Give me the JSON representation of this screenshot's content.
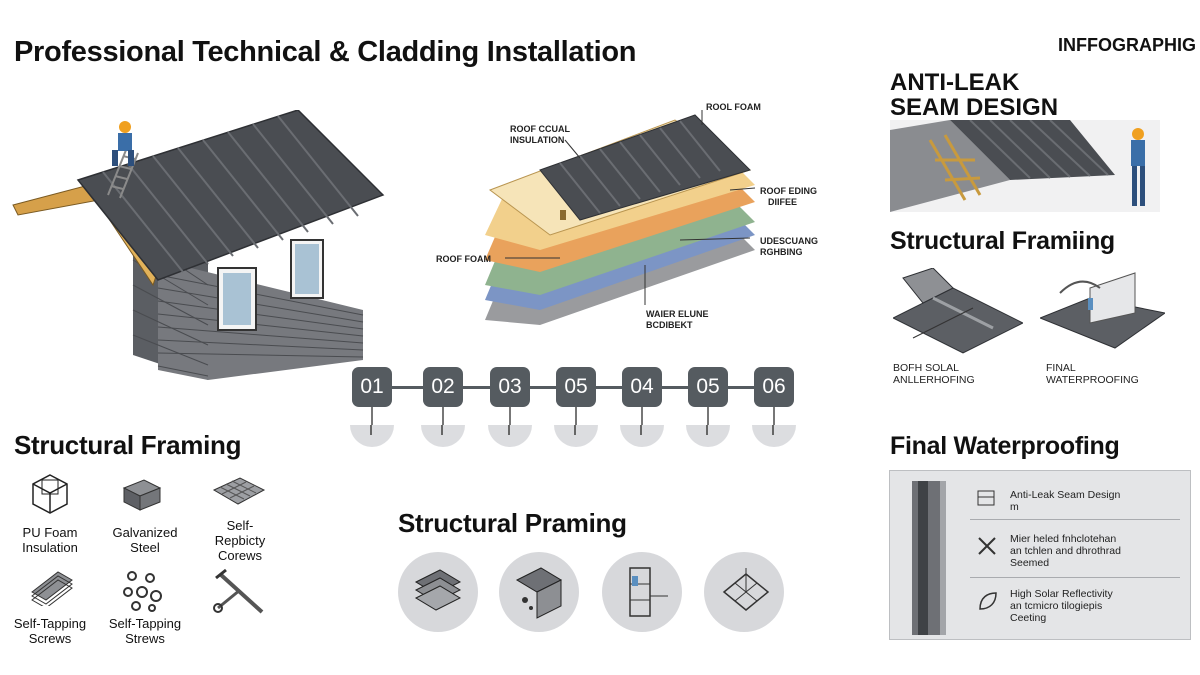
{
  "header": {
    "title": "Professional Technical & Cladding Installation",
    "tag": "INFFOGRAPHIG"
  },
  "layers": {
    "roof_foam_top": "ROOL FOAM",
    "roof_insulation": [
      "ROOF CCUAL",
      "INSULATION"
    ],
    "roof_edging": [
      "ROOF EDING",
      "DIIFEE"
    ],
    "underlay": [
      "UDESCUANG",
      "RGHBING"
    ],
    "roof_foam_left": "ROOF FOAM",
    "water_line": [
      "WAIER ELUNE",
      "BCDIBEKT"
    ]
  },
  "steps": [
    "01",
    "02",
    "03",
    "05",
    "04",
    "05",
    "06"
  ],
  "left_section": {
    "heading": "Structural Framing",
    "materials": [
      {
        "label": "PU Foam\nInsulation",
        "icon": "foam-cube-icon"
      },
      {
        "label": "Galvanized\nSteel",
        "icon": "steel-block-icon"
      },
      {
        "label": "Self-\nRepbicty\nCorews",
        "icon": "mesh-panel-icon"
      },
      {
        "label": "Self-Tapping\nScrews",
        "icon": "sheet-stack-icon"
      },
      {
        "label": "Self-Tapping\nStrews",
        "icon": "washers-icon"
      },
      {
        "label": "",
        "icon": "tools-icon"
      }
    ]
  },
  "center_section": {
    "heading": "Structural Praming"
  },
  "right_section": {
    "anti_leak_heading": [
      "ANTI-LEAK",
      "SEAM DESIGN"
    ],
    "framing_heading": "Structural Framiing",
    "detail_labels": [
      [
        "BOFH SOLAL",
        "ANLLERHOFING"
      ],
      [
        "FINAL",
        "WATERPROOFING"
      ]
    ],
    "waterproofing_heading": "Final Waterproofing",
    "waterproofing_items": [
      {
        "text": "Anti-Leak Seam Design\nm",
        "icon": "panel-icon"
      },
      {
        "text": "Mier heled fnhclotehan\nan tchlen and dhrothrad\nSeemed",
        "icon": "tools-icon"
      },
      {
        "text": "High Solar Reflectivity\nan tcmicro tilogiepis\nCeeting",
        "icon": "leaf-icon"
      }
    ]
  },
  "colors": {
    "step_fill": "#555b60",
    "roof_metal": "#4a4d52",
    "siding": "#6f7175",
    "timber": "#d6a04a",
    "foam": "#f2d08c",
    "orange_layer": "#e9a25c",
    "green_layer": "#8fb38f",
    "blue_layer": "#7c95c5"
  }
}
